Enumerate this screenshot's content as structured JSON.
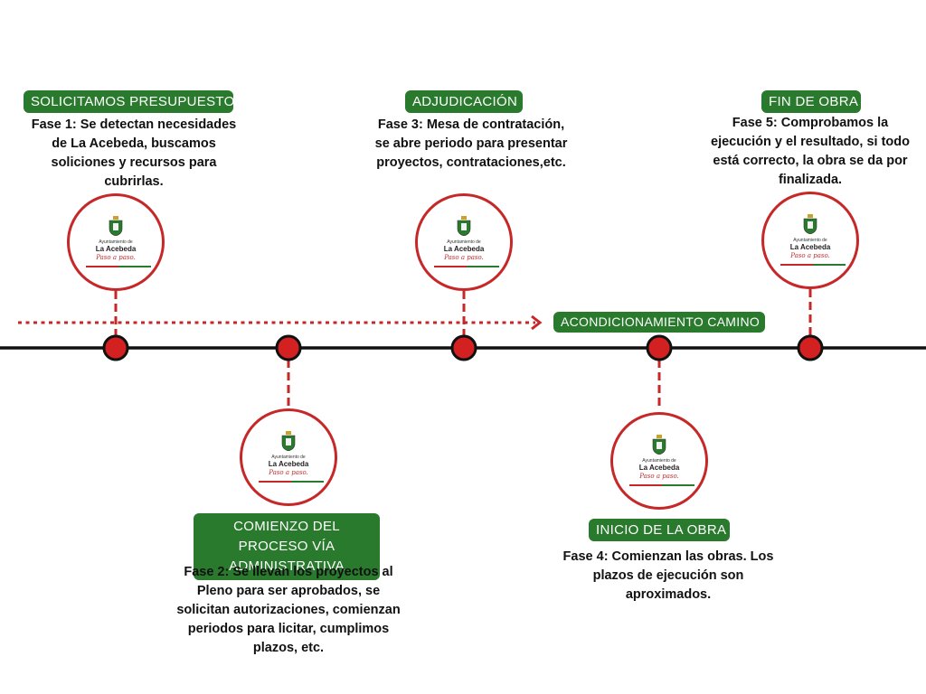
{
  "colors": {
    "accent_green": "#2a7a2e",
    "accent_red": "#c62828",
    "line": "#111111"
  },
  "logo": {
    "org_small": "Ayuntamiento de",
    "org_name": "La Acebeda",
    "motto": "Paso a paso."
  },
  "phases": [
    {
      "label": "SOLICITAMOS PRESUPUESTO",
      "text": "Fase 1: Se detectan necesidades de La Acebeda, buscamos soliciones y recursos para cubrirlas."
    },
    {
      "label": "COMIENZO DEL PROCESO VÍA ADMINISTRATIVA",
      "text": "Fase 2: Se llevan los proyectos al Pleno para ser aprobados, se solicitan autorizaciones, comienzan periodos para licitar, cumplimos plazos, etc."
    },
    {
      "label": "ADJUDICACIÓN",
      "text": "Fase 3: Mesa de contratación, se abre periodo para presentar proyectos, contrataciones,etc."
    },
    {
      "label": "INICIO DE LA OBRA",
      "text": "Fase 4: Comienzan las obras. Los plazos de ejecución son aproximados."
    },
    {
      "label": "FIN DE OBRA",
      "text": "Fase 5: Comprobamos la ejecución y el resultado, si todo está correcto, la obra se da por finalizada."
    }
  ],
  "progress": {
    "label": "ACONDICIONAMIENTO  CAMINO"
  }
}
